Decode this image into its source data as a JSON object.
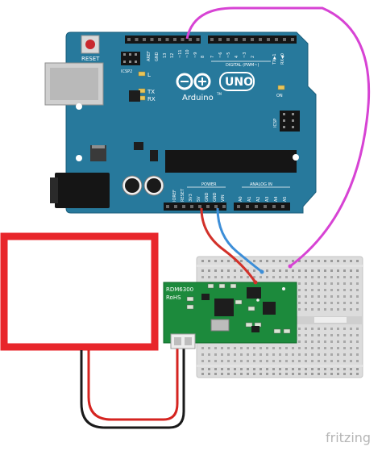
{
  "board": {
    "reset_label": "RESET",
    "icsp2_label": "ICSP2",
    "icsp_label": "ICSP",
    "l_label": "L",
    "tx_label": "TX",
    "rx_label": "RX",
    "logo_text": "Arduino",
    "tm_text": "TM",
    "uno_text": "UNO",
    "on_label": "ON",
    "digital_label": "DIGITAL (PWM~)",
    "aref_label": "AREF",
    "gnd_label": "GND",
    "power_label": "POWER",
    "analog_label": "ANALOG IN",
    "ioref_label": "IOREF",
    "reset_pin_label": "RESET",
    "v33_label": "3V3",
    "v5_label": "5V",
    "gnd1_label": "GND",
    "gnd2_label": "GND",
    "vin_label": "VIN",
    "a0_label": "A0",
    "a1_label": "A1",
    "a2_label": "A2",
    "a3_label": "A3",
    "a4_label": "A4",
    "a5_label": "A5",
    "pin13_label": "13",
    "pin12_label": "12",
    "pin11_label": "~11",
    "pin10_label": "~10",
    "pin9_label": "~9",
    "pin8_label": "8",
    "pin7_label": "7",
    "pin6_label": "~6",
    "pin5_label": "~5",
    "pin4_label": "4",
    "pin3_label": "~3",
    "pin2_label": "2",
    "pin1_label": "TX▶1",
    "pin0_label": "RX◀0"
  },
  "module": {
    "name_label": "RDM6300",
    "rohs_label": "RoHS"
  },
  "footer": {
    "brand": "fritzing"
  },
  "colors": {
    "board": "#27799c",
    "wire_tx": "#d743d4",
    "wire_5v": "#d2312a",
    "wire_gnd": "#3c8ed8",
    "antenna": "#e8262b",
    "module_pcb": "#1c8a3c",
    "breadboard": "#dcdcdc"
  }
}
